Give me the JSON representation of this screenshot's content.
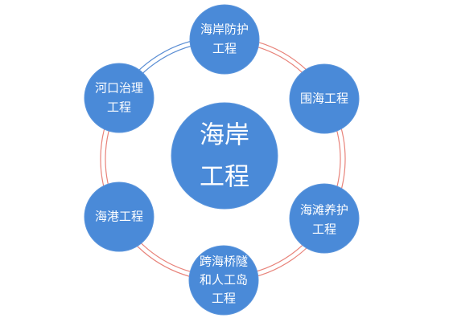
{
  "colors": {
    "node_fill": "#4a8ad8",
    "node_stroke": "#5b95dc",
    "ring_red": "#e8837a",
    "ring_blue": "#5b8ed4",
    "text": "#ffffff"
  },
  "center": {
    "lines": [
      "海岸",
      "工程"
    ]
  },
  "nodes": [
    {
      "id": "top",
      "lines": [
        "海岸防护",
        "工程"
      ]
    },
    {
      "id": "upper-right",
      "lines": [
        "围海工程"
      ]
    },
    {
      "id": "lower-right",
      "lines": [
        "海滩养护",
        "工程"
      ]
    },
    {
      "id": "bottom",
      "lines": [
        "跨海桥隧",
        "和人工岛",
        "工程"
      ]
    },
    {
      "id": "lower-left",
      "lines": [
        "海港工程"
      ]
    },
    {
      "id": "upper-left",
      "lines": [
        "河口治理",
        "工程"
      ]
    }
  ]
}
